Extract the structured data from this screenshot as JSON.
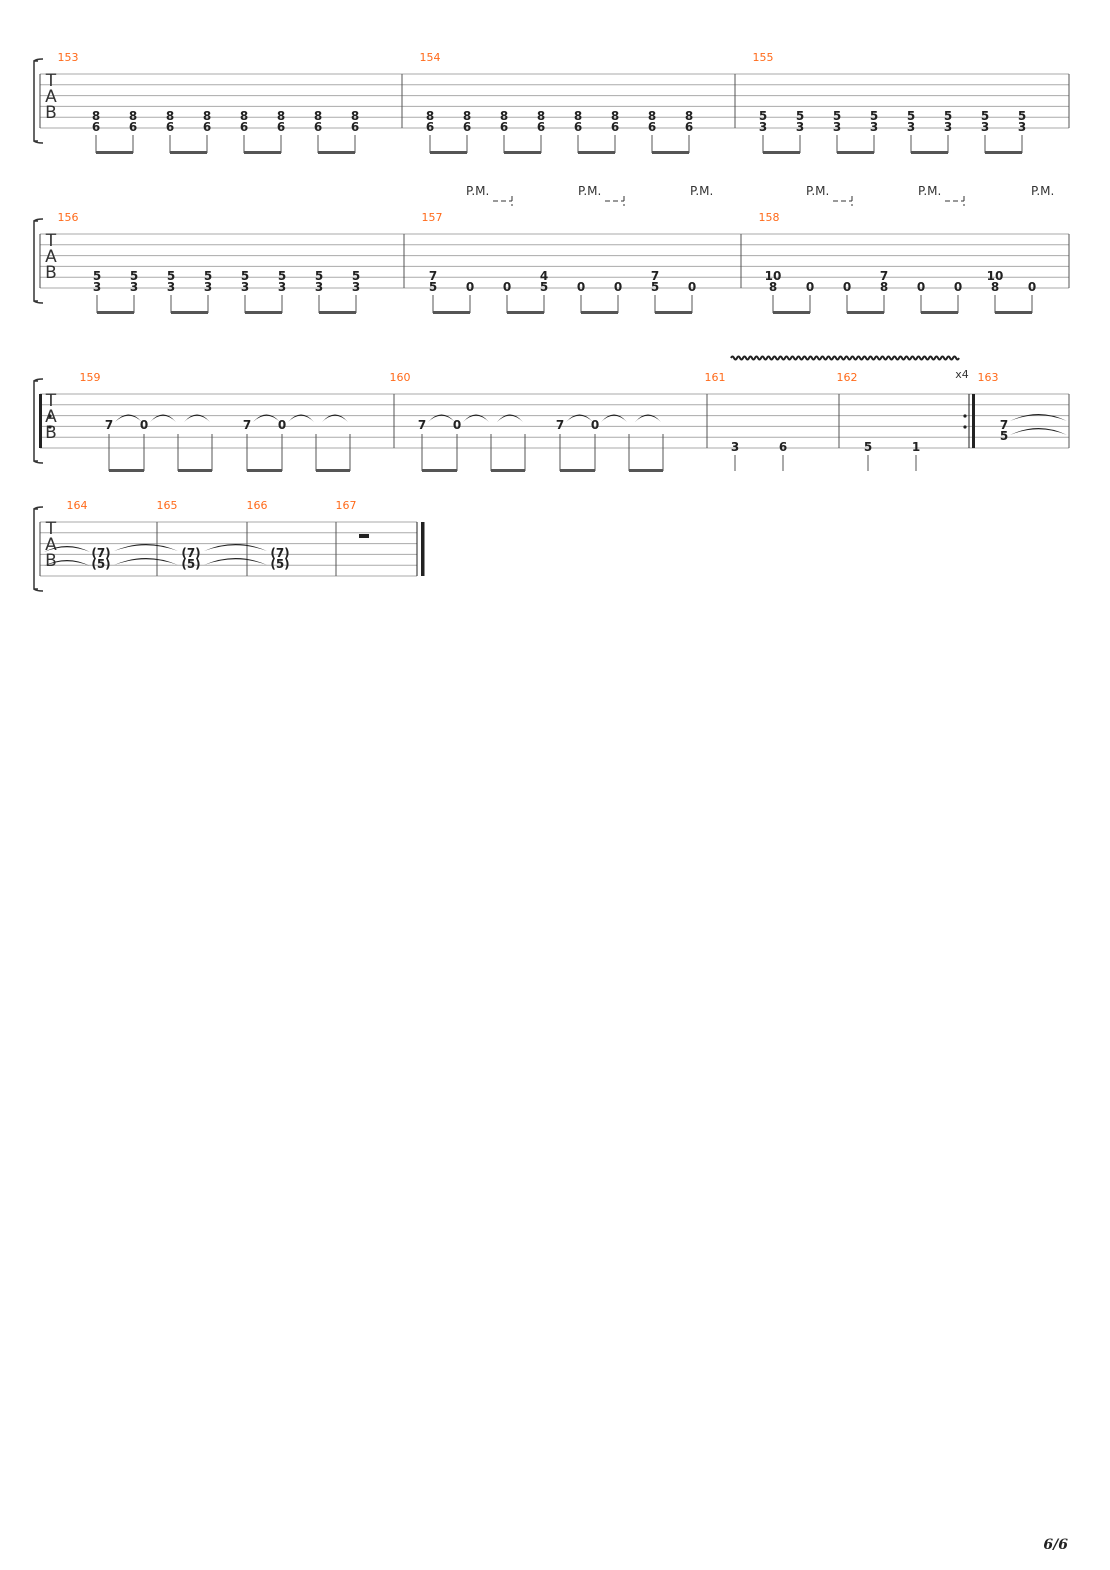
{
  "page_number": "6/6",
  "tab_letters": [
    "T",
    "A",
    "B"
  ],
  "palm_mute_label": "P.M.",
  "repeat_count": "x4",
  "systems": [
    {
      "measures": [
        {
          "number": "153",
          "beats": [
            [
              "8",
              "6"
            ],
            [
              "8",
              "6"
            ],
            [
              "8",
              "6"
            ],
            [
              "8",
              "6"
            ],
            [
              "8",
              "6"
            ],
            [
              "8",
              "6"
            ],
            [
              "8",
              "6"
            ],
            [
              "8",
              "6"
            ]
          ]
        },
        {
          "number": "154",
          "beats": [
            [
              "8",
              "6"
            ],
            [
              "8",
              "6"
            ],
            [
              "8",
              "6"
            ],
            [
              "8",
              "6"
            ],
            [
              "8",
              "6"
            ],
            [
              "8",
              "6"
            ],
            [
              "8",
              "6"
            ],
            [
              "8",
              "6"
            ]
          ]
        },
        {
          "number": "155",
          "beats": [
            [
              "5",
              "3"
            ],
            [
              "5",
              "3"
            ],
            [
              "5",
              "3"
            ],
            [
              "5",
              "3"
            ],
            [
              "5",
              "3"
            ],
            [
              "5",
              "3"
            ],
            [
              "5",
              "3"
            ],
            [
              "5",
              "3"
            ]
          ]
        }
      ]
    },
    {
      "measures": [
        {
          "number": "156",
          "beats": [
            [
              "5",
              "3"
            ],
            [
              "5",
              "3"
            ],
            [
              "5",
              "3"
            ],
            [
              "5",
              "3"
            ],
            [
              "5",
              "3"
            ],
            [
              "5",
              "3"
            ],
            [
              "5",
              "3"
            ],
            [
              "5",
              "3"
            ]
          ]
        },
        {
          "number": "157",
          "beats": [
            [
              "7",
              "5"
            ],
            [
              "",
              "0"
            ],
            [
              "",
              "0"
            ],
            [
              "4",
              "5"
            ],
            [
              "",
              "0"
            ],
            [
              "",
              "0"
            ],
            [
              "7",
              "5"
            ],
            [
              "",
              "0"
            ]
          ]
        },
        {
          "number": "158",
          "beats": [
            [
              "10",
              "8"
            ],
            [
              "",
              "0"
            ],
            [
              "",
              "0"
            ],
            [
              "7",
              "8"
            ],
            [
              "",
              "0"
            ],
            [
              "",
              "0"
            ],
            [
              "10",
              "8"
            ],
            [
              "",
              "0"
            ]
          ]
        }
      ]
    },
    {
      "measures": [
        {
          "number": "159",
          "beats": [
            "7",
            "0",
            "",
            "",
            "7",
            "0",
            "",
            ""
          ]
        },
        {
          "number": "160",
          "beats": [
            "7",
            "0",
            "",
            "",
            "7",
            "0",
            "",
            ""
          ]
        },
        {
          "number": "161",
          "beats": [
            "3",
            "6"
          ]
        },
        {
          "number": "162",
          "beats": [
            "5",
            "1"
          ]
        },
        {
          "number": "163",
          "beats": [
            [
              "7",
              "5"
            ]
          ]
        }
      ]
    },
    {
      "measures": [
        {
          "number": "164",
          "beats": [
            [
              "(7)",
              "(5)"
            ]
          ]
        },
        {
          "number": "165",
          "beats": [
            [
              "(7)",
              "(5)"
            ]
          ]
        },
        {
          "number": "166",
          "beats": [
            [
              "(7)",
              "(5)"
            ]
          ]
        },
        {
          "number": "167",
          "beats": []
        }
      ]
    }
  ]
}
